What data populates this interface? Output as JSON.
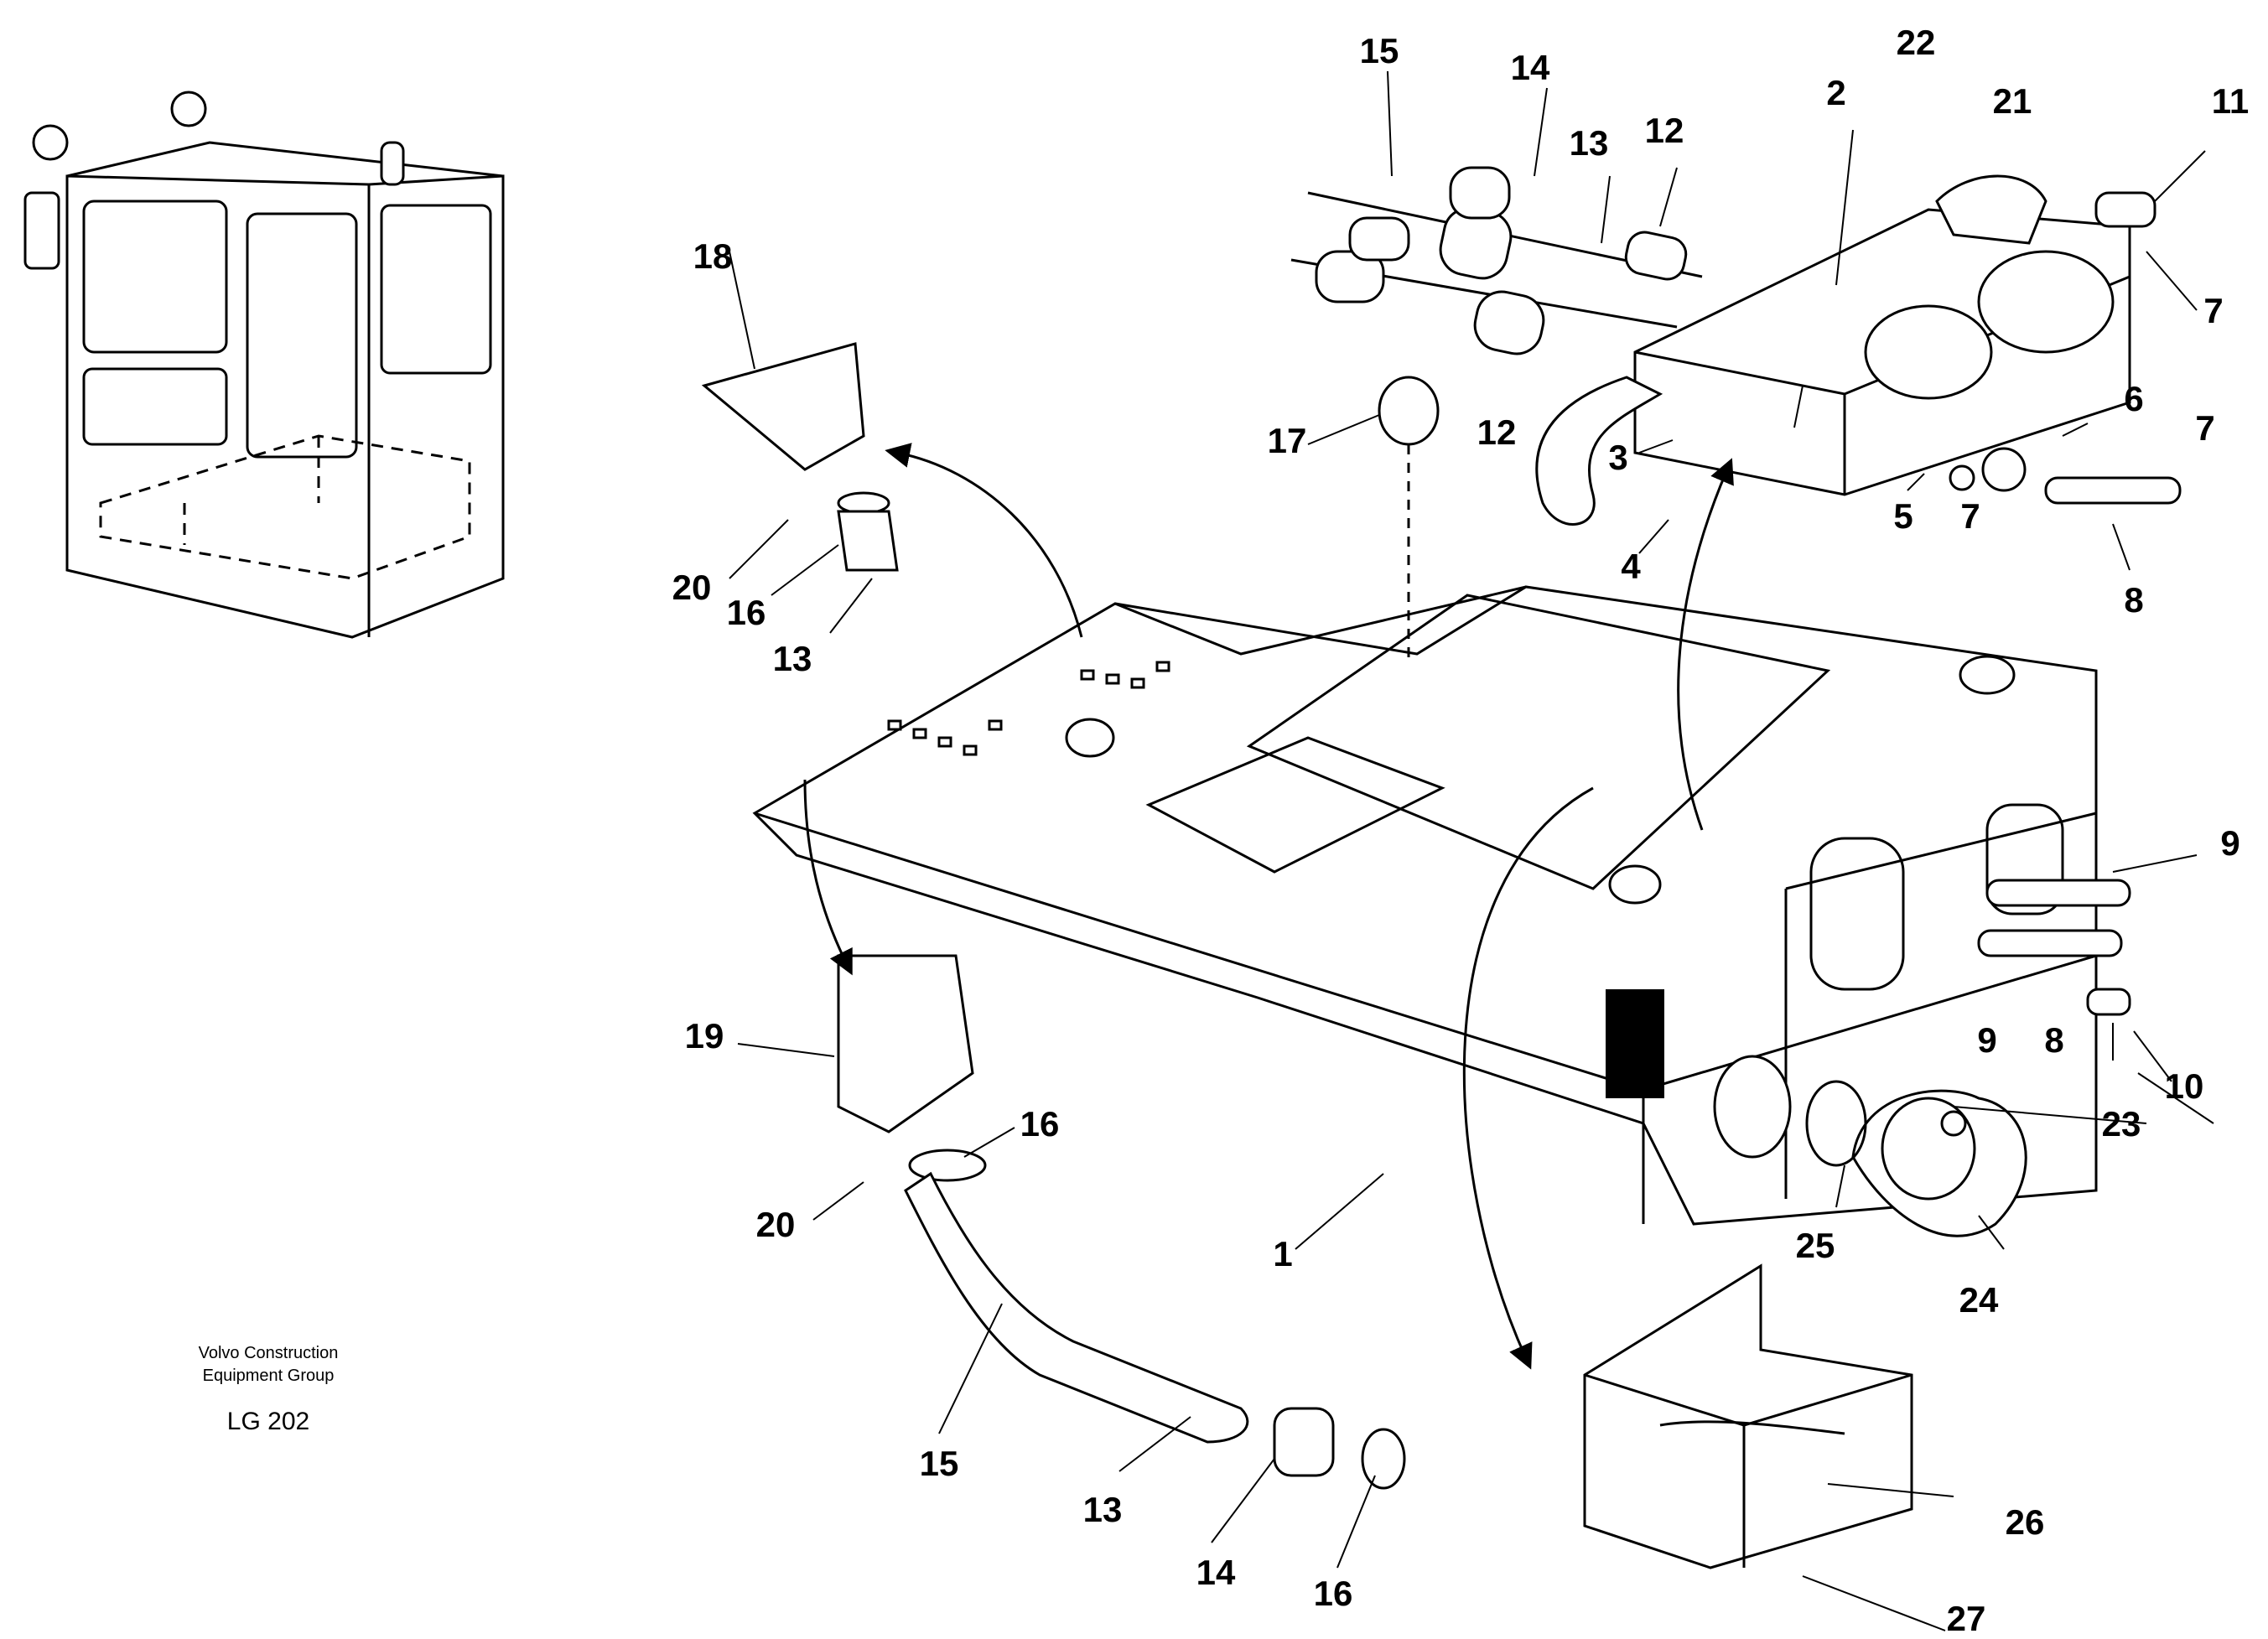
{
  "callouts": {
    "n1": "1",
    "n2": "2",
    "n3": "3",
    "n4": "4",
    "n5": "5",
    "n6": "6",
    "n7": "7",
    "n8": "8",
    "n9": "9",
    "n10": "10",
    "n11": "11",
    "n12": "12",
    "n13": "13",
    "n14": "14",
    "n15": "15",
    "n16": "16",
    "n17": "17",
    "n18": "18",
    "n19": "19",
    "n20": "20",
    "n21": "21",
    "n22": "22",
    "n23": "23",
    "n24": "24",
    "n25": "25",
    "n26": "26",
    "n27": "27"
  },
  "caption": {
    "line1": "Volvo Construction",
    "line2": "Equipment Group",
    "code": "LG 202"
  }
}
